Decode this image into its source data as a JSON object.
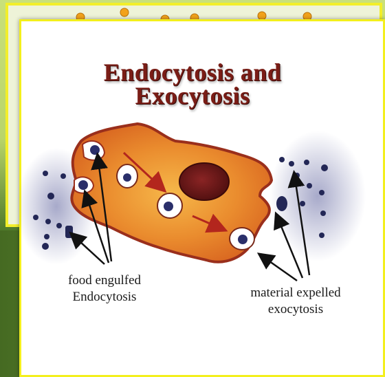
{
  "title": {
    "line1": "Endocytosis and",
    "line2": "Exocytosis"
  },
  "labels": {
    "endocytosis": {
      "line1": "food engulfed",
      "line2": "Endocytosis"
    },
    "exocytosis": {
      "line1": "material expelled",
      "line2": "exocytosis"
    }
  },
  "colors": {
    "cell_fill": "#e98a2c",
    "cell_outline": "#9a2f1c",
    "nucleus": "#6a1616",
    "vesicle": "#2a2f6a",
    "arrow_internal": "#b3261d",
    "frame_yellow": "#f3ef1d",
    "title": "#7a1d16"
  }
}
